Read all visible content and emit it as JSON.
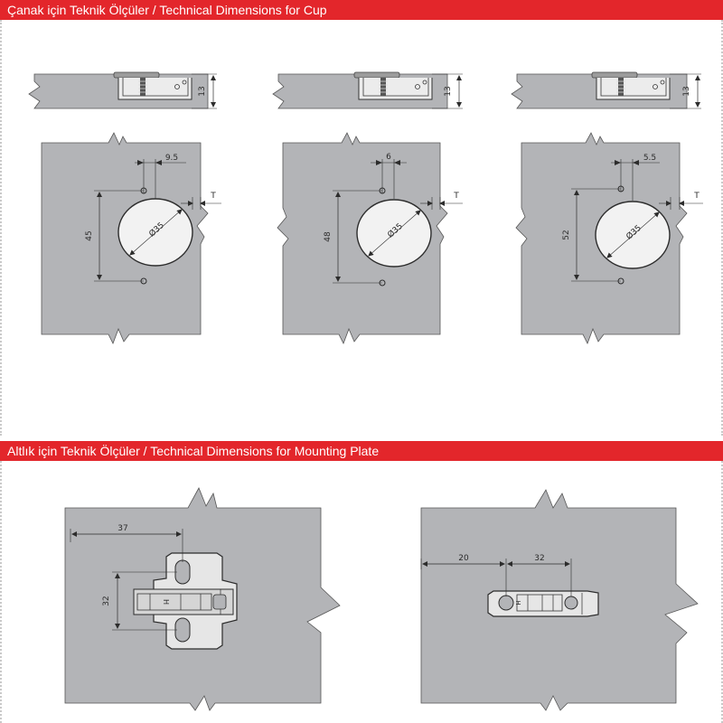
{
  "cup_section": {
    "title": "Çanak için Teknik Ölçüler / Technical Dimensions for Cup",
    "variants": [
      {
        "side_thickness": "13",
        "pitch": "9.5",
        "hole_spacing": "45",
        "diameter": "Ø35",
        "door_mark": "T"
      },
      {
        "side_thickness": "13",
        "pitch": "6",
        "hole_spacing": "48",
        "diameter": "Ø35",
        "door_mark": "T"
      },
      {
        "side_thickness": "13",
        "pitch": "5.5",
        "hole_spacing": "52",
        "diameter": "Ø35",
        "door_mark": "T"
      }
    ]
  },
  "plate_section": {
    "title": "Altlık için Teknik Ölçüler / Technical Dimensions for Mounting Plate",
    "plates": [
      {
        "offset": "37",
        "hole_spacing": "32",
        "height_mark": "H"
      },
      {
        "offset": "20",
        "hole_spacing": "32",
        "height_mark": "H"
      }
    ]
  },
  "colors": {
    "banner": "#e3262b",
    "panel": "#b3b4b7",
    "line": "#2c2c2c",
    "cup": "#f2f2f2"
  }
}
